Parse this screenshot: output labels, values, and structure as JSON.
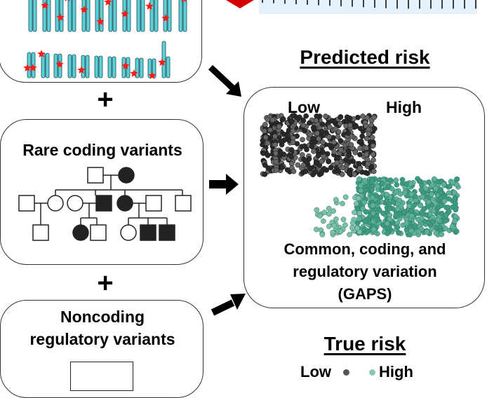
{
  "left_column": {
    "common_variants_panel": {
      "icon": "chromosome-karyotype-icon"
    },
    "plus_1": "+",
    "rare_coding_panel": {
      "title": "Rare coding variants",
      "icon": "pedigree-chart-icon"
    },
    "plus_2": "+",
    "noncoding_panel": {
      "title_line1": "Noncoding",
      "title_line2": "regulatory variants",
      "icon": "regulatory-element-box-icon"
    }
  },
  "top_right": {
    "icon": "heart-icon",
    "trace": "ecg-trace"
  },
  "predicted_risk": {
    "heading": "Predicted risk",
    "low_label": "Low",
    "high_label": "High",
    "caption_line1": "Common, coding, and",
    "caption_line2": "regulatory variation",
    "caption_line3": "(GAPS)"
  },
  "true_risk": {
    "heading": "True risk",
    "low_label": "Low",
    "high_label": "High"
  },
  "colors": {
    "low_cluster": "#2a2a2a",
    "high_cluster": "#3d9a80",
    "chromosome": "#5fcfd6",
    "star": "#ff1a1a",
    "heart": "#d40000",
    "ecg_bg": "#e6f2fb"
  }
}
